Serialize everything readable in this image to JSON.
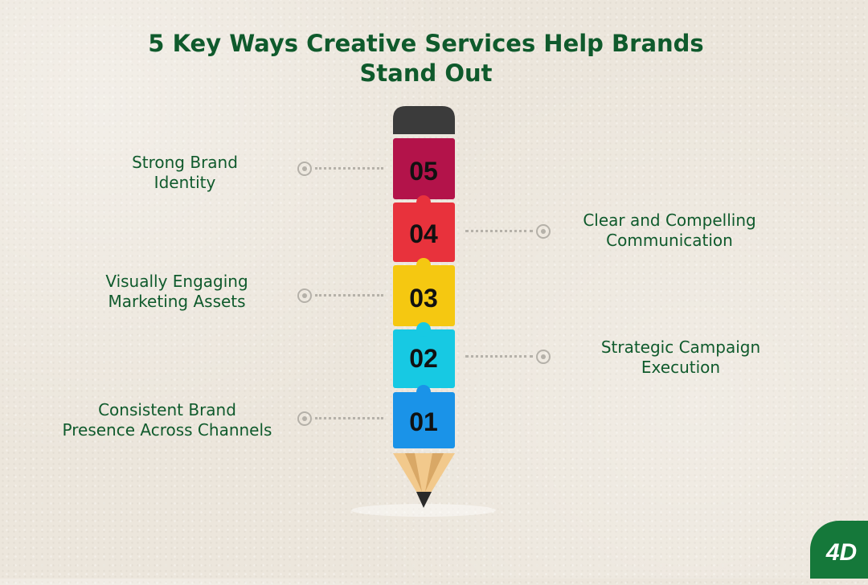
{
  "title": {
    "line1": "5 Key Ways Creative Services Help Brands",
    "line2": "Stand Out"
  },
  "steps": [
    {
      "number": "05",
      "label_lines": [
        "Strong Brand",
        "Identity"
      ],
      "side": "left",
      "color": "#b3134a"
    },
    {
      "number": "04",
      "label_lines": [
        "Clear and Compelling",
        "Communication"
      ],
      "side": "right",
      "color": "#e8323c"
    },
    {
      "number": "03",
      "label_lines": [
        "Visually Engaging",
        "Marketing Assets"
      ],
      "side": "left",
      "color": "#f5c811"
    },
    {
      "number": "02",
      "label_lines": [
        "Strategic Campaign",
        "Execution"
      ],
      "side": "right",
      "color": "#17c9e3"
    },
    {
      "number": "01",
      "label_lines": [
        "Consistent Brand",
        "Presence Across Channels"
      ],
      "side": "left",
      "color": "#1a93e8"
    }
  ],
  "colors": {
    "title": "#0f5a2c",
    "eraser": "#3b3b3b",
    "wood": "#f2c98c",
    "lead": "#2a2a2a",
    "connector": "#b5b1a9",
    "logo": "#15783a"
  },
  "logo": {
    "text": "4D",
    "icon": "brand-logo-icon"
  }
}
